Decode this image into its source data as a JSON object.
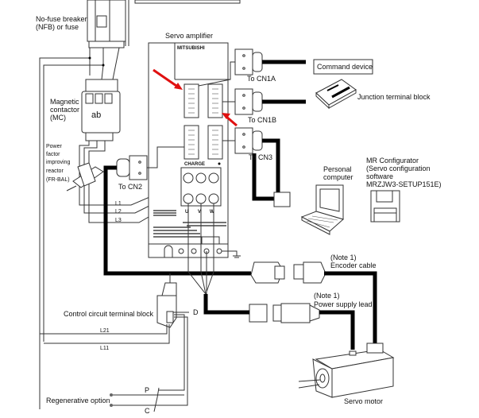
{
  "diagram": {
    "type": "servo system wiring diagram",
    "components": {
      "nfb": {
        "label_line1": "No-fuse breaker",
        "label_line2": "(NFB) or fuse"
      },
      "mc": {
        "label_line1": "Magnetic",
        "label_line2": "contactor",
        "label_line3": "(MC)"
      },
      "reactor": {
        "label_line1": "Power",
        "label_line2": "factor",
        "label_line3": "improving",
        "label_line4": "reactor",
        "label_line5": "(FR-BAL)"
      },
      "servo_amplifier": {
        "label": "Servo amplifier",
        "brand": "MITSUBISHI",
        "charge": "CHARGE",
        "terminal_u": "U",
        "terminal_v": "V",
        "terminal_w": "W"
      },
      "cn1a": {
        "label": "To CN1A"
      },
      "cn1b": {
        "label": "To CN1B"
      },
      "cn2": {
        "label": "To CN2"
      },
      "cn3": {
        "label": "To CN3"
      },
      "command_device": {
        "label": "Command device"
      },
      "junction_block": {
        "label": "Junction terminal block"
      },
      "pc": {
        "label_line1": "Personal",
        "label_line2": "computer"
      },
      "mr_configurator": {
        "label_line1": "MR Configurator",
        "label_line2": "(Servo configuration",
        "label_line3": "software",
        "label_line4": "MRZJW3-SETUP151E)"
      },
      "encoder_cable": {
        "note": "(Note 1)",
        "label": "Encoder cable"
      },
      "power_lead": {
        "note": "(Note 1)",
        "label": "Power supply lead"
      },
      "control_block": {
        "label": "Control circuit terminal block",
        "terminal_d": "D"
      },
      "regen": {
        "label": "Regenerative option",
        "terminal_p": "P",
        "terminal_c": "C"
      },
      "servo_motor": {
        "label": "Servo motor"
      }
    },
    "wires": {
      "l1": "L1",
      "l2": "L2",
      "l3": "L3",
      "l21": "L21",
      "l11": "L11"
    },
    "annotations": {
      "highlight_color": "#e01010",
      "highlights": [
        "CN1A connector",
        "CN1B connector"
      ]
    }
  }
}
